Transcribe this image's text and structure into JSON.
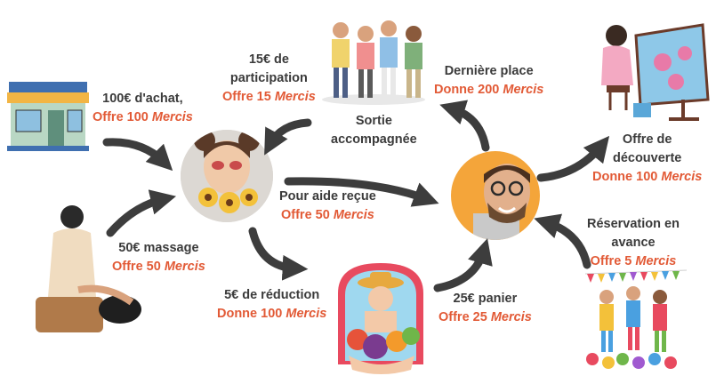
{
  "colors": {
    "text": "#3b3b3b",
    "accent": "#e25a36",
    "arrow": "#3d3d3d",
    "avatar_bg": "#f4a53a"
  },
  "labels": {
    "achat_line1": "100€ d'achat,",
    "achat_offre": "Offre 100",
    "participation_line1": "15€ de",
    "participation_line2": "participation",
    "participation_offre": "Offre 15",
    "sortie_line1": "Sortie",
    "sortie_line2": "accompagnée",
    "derniere_line1": "Dernière place",
    "derniere_donne": "Donne 200",
    "decouverte_line1": "Offre de",
    "decouverte_line2": "découverte",
    "decouverte_donne": "Donne 100",
    "aide_line1": "Pour aide reçue",
    "aide_offre": "Offre 50",
    "massage_line1": "50€ massage",
    "massage_offre": "Offre 50",
    "reduction_line1": "5€ de réduction",
    "reduction_donne": "Donne 100",
    "panier_line1": "25€ panier",
    "panier_offre": "Offre 25",
    "reservation_line1": "Réservation en",
    "reservation_line2": "avance",
    "reservation_offre": "Offre 5",
    "mercis": "Mercis"
  },
  "icons": [
    "shop-icon",
    "massage-icon",
    "hikers-icon",
    "embroidery-icon",
    "farmer-icon",
    "party-icon",
    "woman-avatar",
    "man-avatar"
  ]
}
